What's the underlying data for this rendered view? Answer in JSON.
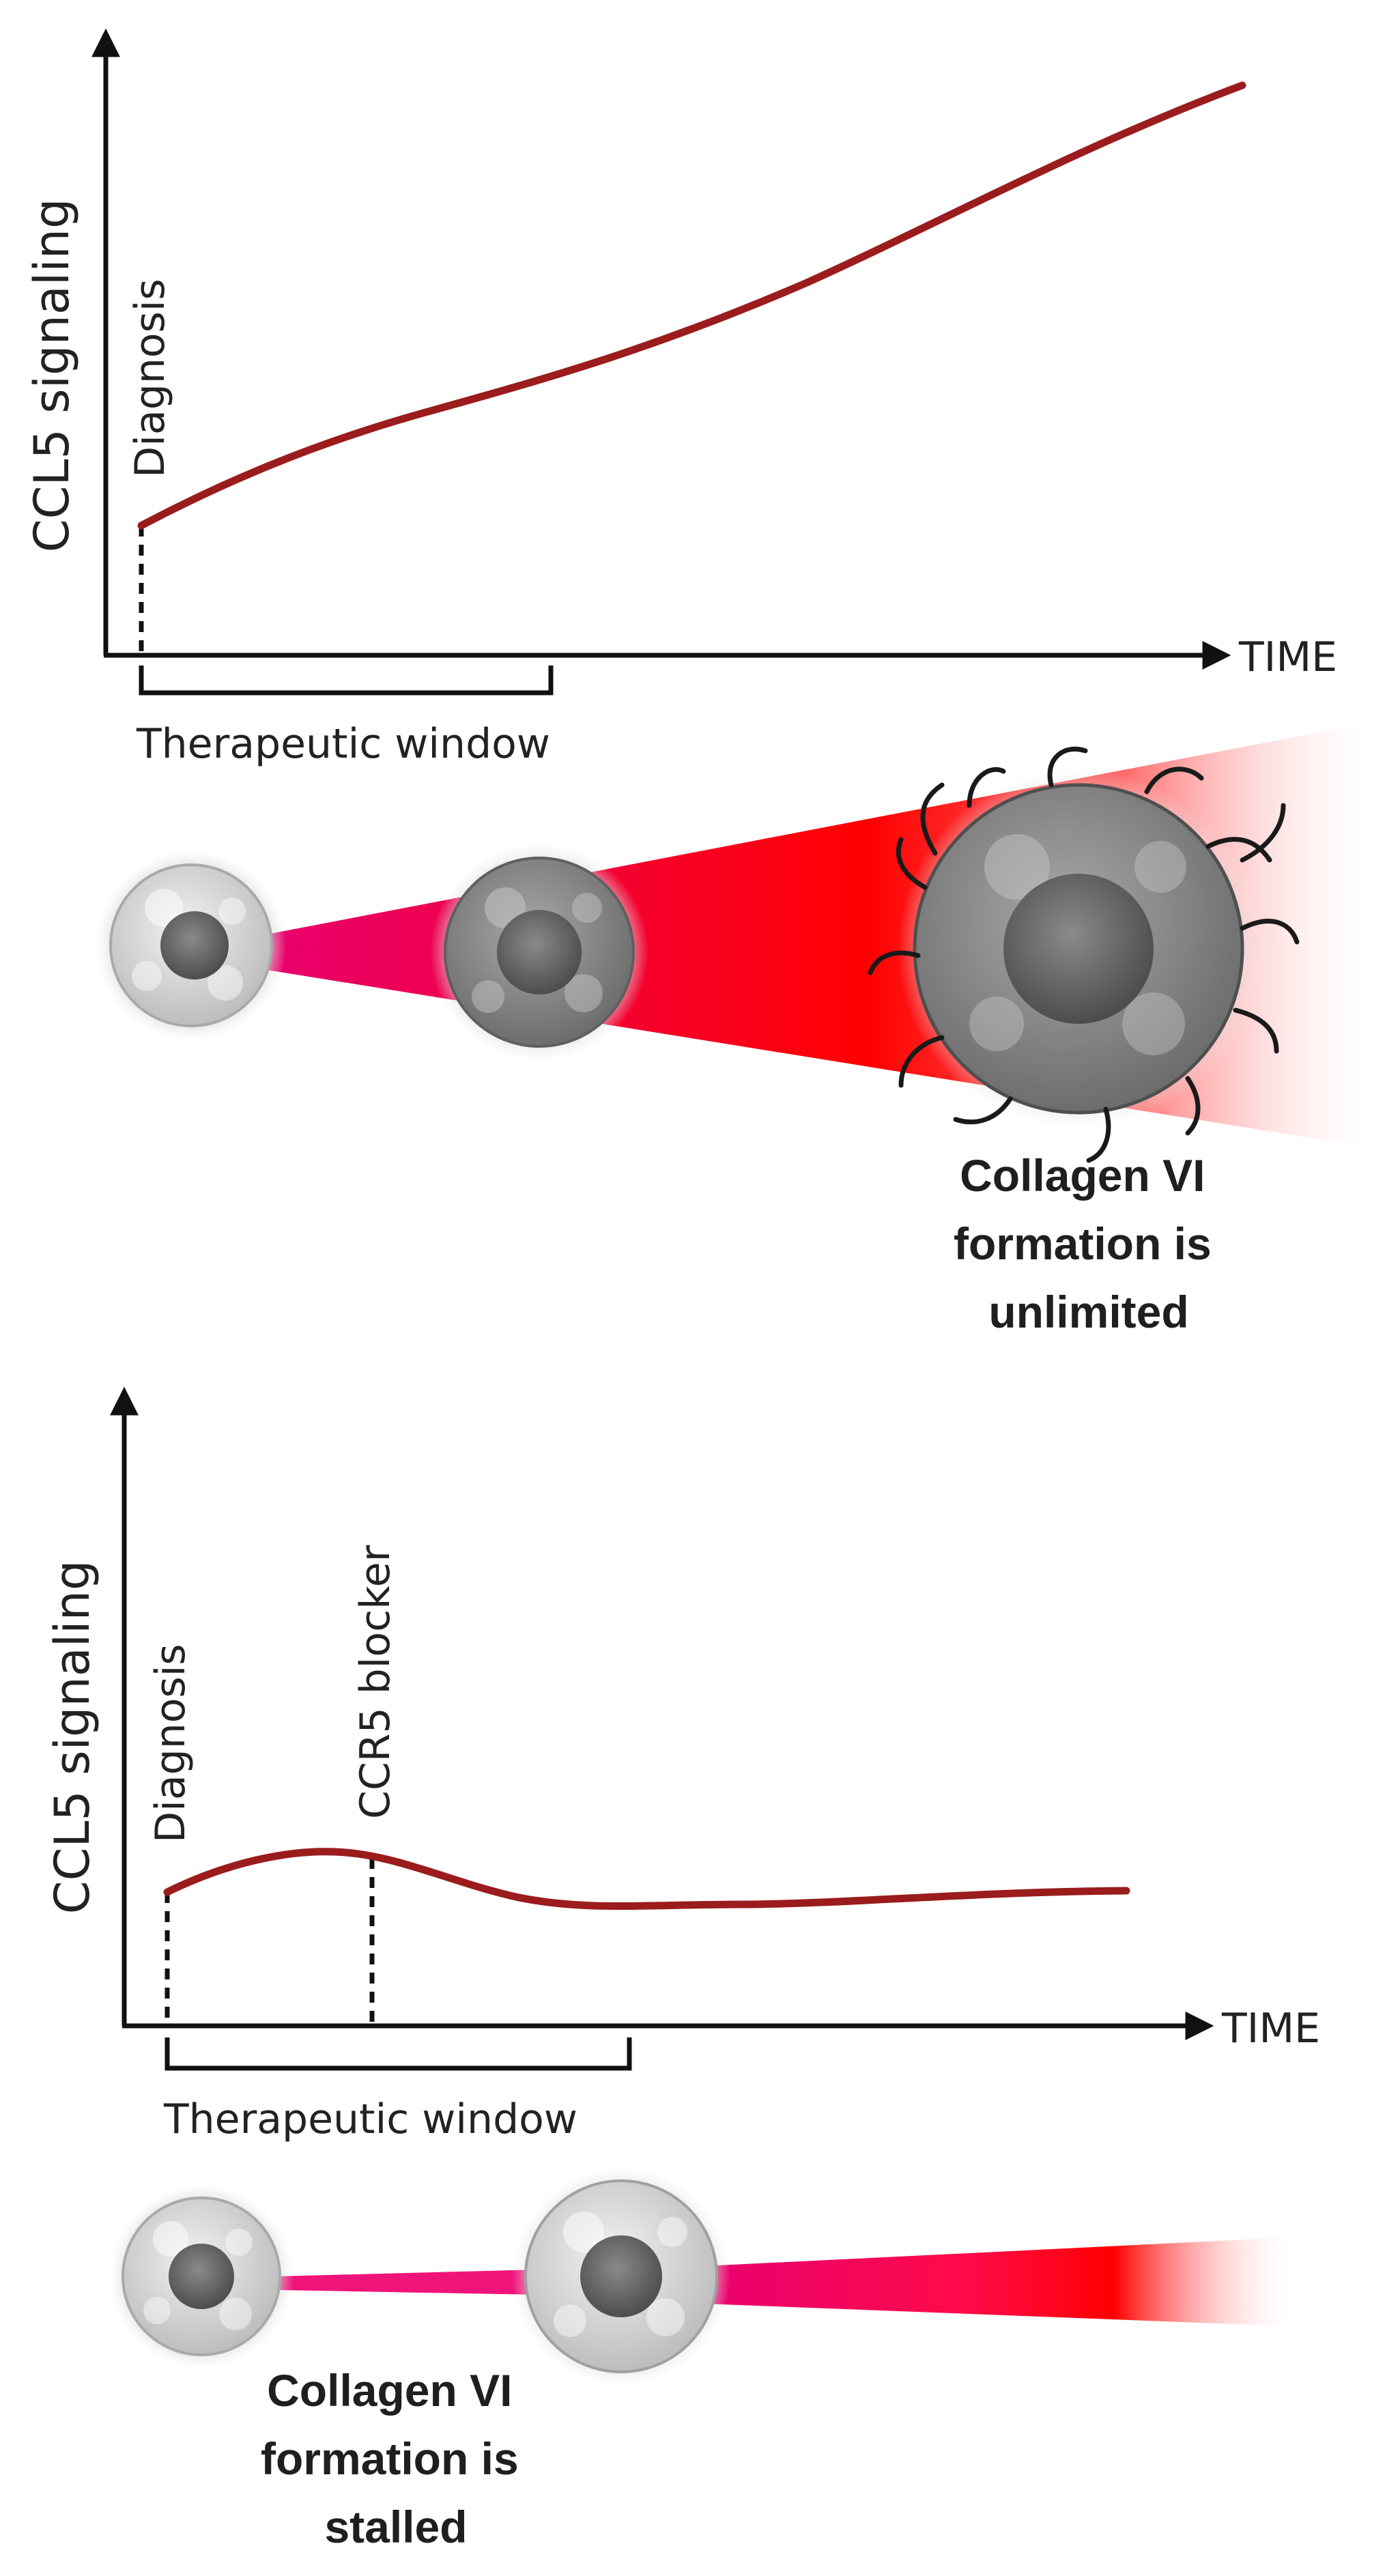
{
  "top_panel": {
    "y_axis_label": "CCL5 signaling",
    "x_axis_label": "TIME",
    "event_label": "Diagnosis",
    "bracket_label": "Therapeutic window",
    "caption_lines": [
      "Collagen VI",
      "formation is",
      "unlimited"
    ]
  },
  "bottom_panel": {
    "y_axis_label": "CCL5 signaling",
    "x_axis_label": "TIME",
    "event_labels": [
      "Diagnosis",
      "CCR5 blocker"
    ],
    "bracket_label": "Therapeutic window",
    "caption_lines": [
      "Collagen VI",
      "formation is",
      "stalled"
    ]
  },
  "colors": {
    "curve": "#9b1c1c",
    "axis": "#111111",
    "wedge_start": "#e8006e",
    "wedge_mid": "#ff0000",
    "cell_light": "#d9d9d9",
    "cell_dark": "#8c8c8c",
    "vessel": "#1a1a1a"
  }
}
